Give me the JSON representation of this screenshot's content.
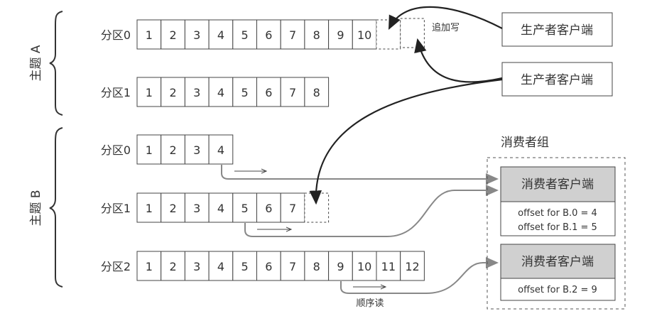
{
  "topics": [
    {
      "label": "主题 A",
      "partitions": [
        {
          "label": "分区0",
          "count": 10,
          "pending_append": 2
        },
        {
          "label": "分区1",
          "count": 8,
          "pending_append": 0
        }
      ]
    },
    {
      "label": "主题 B",
      "partitions": [
        {
          "label": "分区0",
          "count": 4,
          "pending_append": 0
        },
        {
          "label": "分区1",
          "count": 7,
          "pending_append": 1
        },
        {
          "label": "分区2",
          "count": 12,
          "pending_append": 0
        }
      ]
    }
  ],
  "producers": [
    "生产者客户端",
    "生产者客户端"
  ],
  "append_label": "追加写",
  "consumer_group": {
    "title": "消费者组",
    "consumers": [
      {
        "label": "消费者客户端",
        "offsets": [
          "offset for B.0 = 4",
          "offset for B.1 = 5"
        ]
      },
      {
        "label": "消费者客户端",
        "offsets": [
          "offset for B.2 = 9"
        ]
      }
    ]
  },
  "sequential_read_label": "顺序读"
}
